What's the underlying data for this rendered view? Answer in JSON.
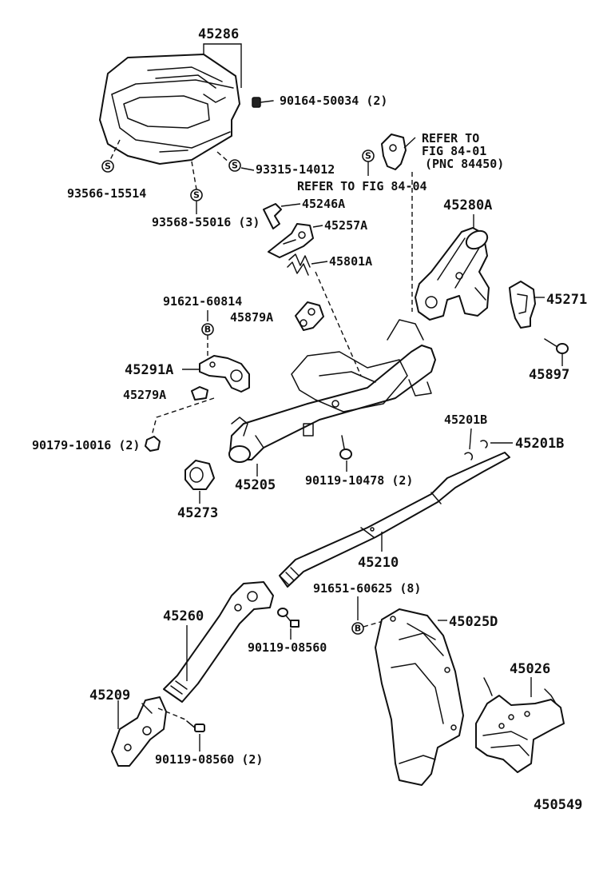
{
  "diagram": {
    "reference_code": "450549",
    "labels": {
      "cover": "45286",
      "bolt_cover": "90164-50034 (2)",
      "screw_cover_left": "93566-15514",
      "screw_cover_bottom": "93568-55016 (3)",
      "screw_cover_right": "93315-14012",
      "refer_84_01_line1": "REFER TO",
      "refer_84_01_line2": "FIG 84-01",
      "refer_84_01_line3": "(PNC 84450)",
      "refer_84_04": "REFER TO FIG 84-04",
      "bracket_45246a": "45246A",
      "support_45257a": "45257A",
      "spring_45801a": "45801A",
      "upper_bracket": "45280A",
      "plate_45271": "45271",
      "bolt_45897": "45897",
      "bolt_91621": "91621-60814",
      "switch_45879a": "45879A",
      "bracket_45291a": "45291A",
      "clip_45279a": "45279A",
      "nut_90179": "90179-10016 (2)",
      "column_tube": "45205",
      "bolt_90119_10478": "90119-10478 (2)",
      "bushing_45273": "45273",
      "ring_left": "45201B",
      "ring_right": "45201B",
      "main_shaft": "45210",
      "intermediate_shaft": "45260",
      "bolt_91651": "91651-60625 (8)",
      "cover_45025d": "45025D",
      "bolt_90119_08560": "90119-08560",
      "cover_45026": "45026",
      "joint_45209": "45209",
      "bolt_90119_08560_2": "90119-08560 (2)"
    },
    "symbols": {
      "s": "S",
      "b": "B"
    }
  }
}
